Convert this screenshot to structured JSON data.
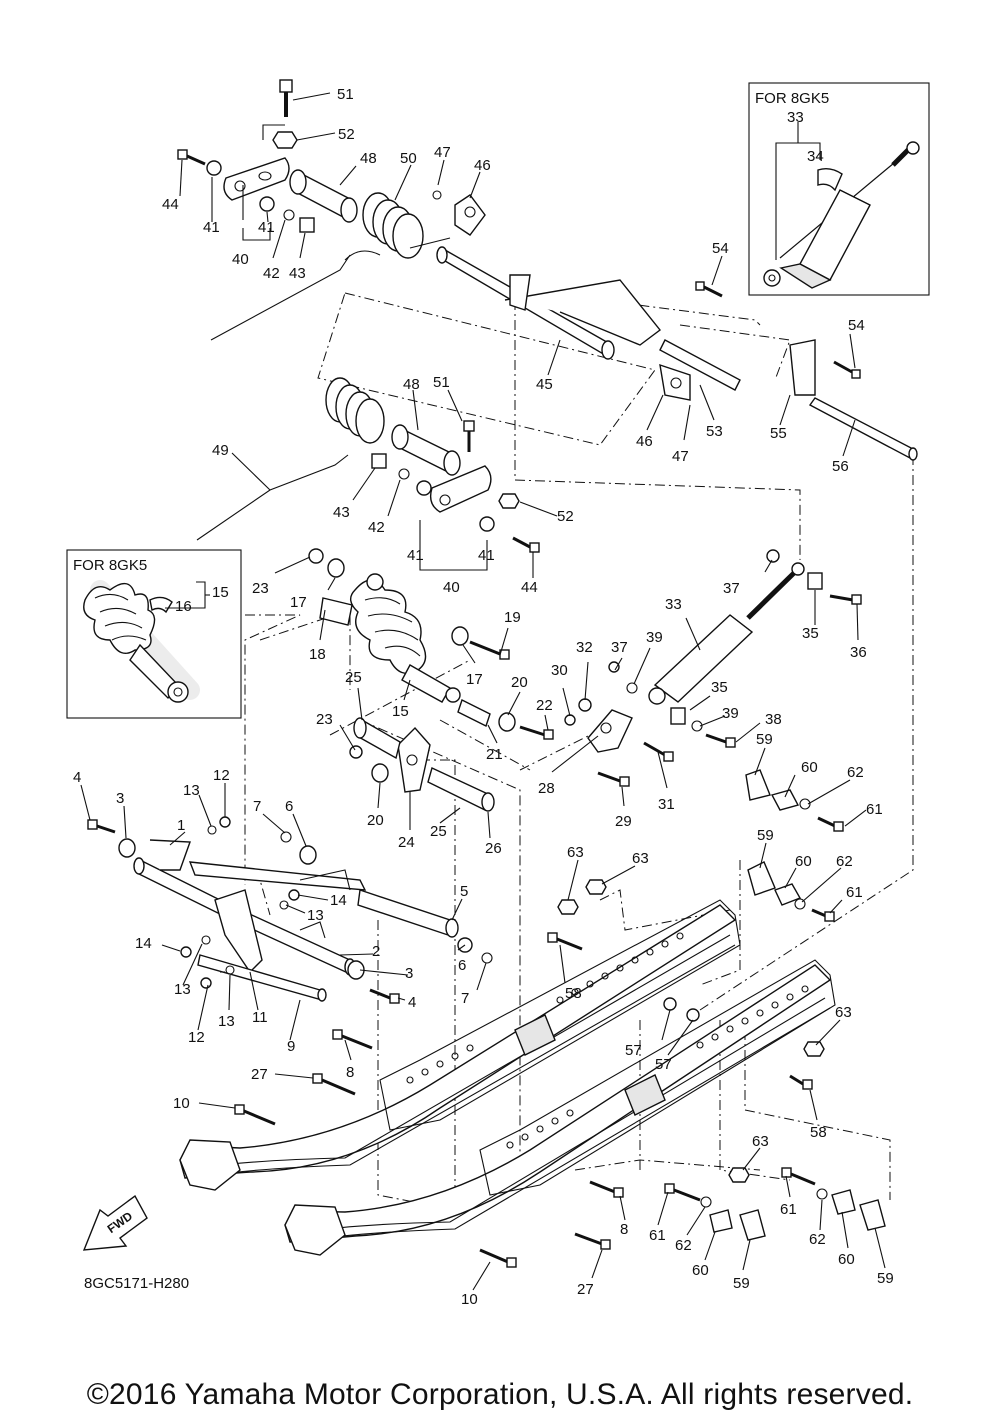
{
  "diagram": {
    "code": "8GC5171-H280",
    "fwd_label": "FWD",
    "inset_top_title": "FOR 8GK5",
    "inset_left_title": "FOR 8GK5",
    "labels": [
      {
        "id": "51a",
        "text": "51"
      },
      {
        "id": "52a",
        "text": "52"
      },
      {
        "id": "48a",
        "text": "48"
      },
      {
        "id": "50",
        "text": "50"
      },
      {
        "id": "47a",
        "text": "47"
      },
      {
        "id": "46a",
        "text": "46"
      },
      {
        "id": "44a",
        "text": "44"
      },
      {
        "id": "41a",
        "text": "41"
      },
      {
        "id": "41b",
        "text": "41"
      },
      {
        "id": "40a",
        "text": "40"
      },
      {
        "id": "42a",
        "text": "42"
      },
      {
        "id": "43a",
        "text": "43"
      },
      {
        "id": "54a",
        "text": "54"
      },
      {
        "id": "54b",
        "text": "54"
      },
      {
        "id": "45",
        "text": "45"
      },
      {
        "id": "46b",
        "text": "46"
      },
      {
        "id": "47b",
        "text": "47"
      },
      {
        "id": "53",
        "text": "53"
      },
      {
        "id": "55",
        "text": "55"
      },
      {
        "id": "56",
        "text": "56"
      },
      {
        "id": "49",
        "text": "49"
      },
      {
        "id": "48b",
        "text": "48"
      },
      {
        "id": "51b",
        "text": "51"
      },
      {
        "id": "43b",
        "text": "43"
      },
      {
        "id": "42b",
        "text": "42"
      },
      {
        "id": "52b",
        "text": "52"
      },
      {
        "id": "41c",
        "text": "41"
      },
      {
        "id": "41d",
        "text": "41"
      },
      {
        "id": "40b",
        "text": "40"
      },
      {
        "id": "44b",
        "text": "44"
      },
      {
        "id": "33a",
        "text": "33"
      },
      {
        "id": "34",
        "text": "34"
      },
      {
        "id": "23a",
        "text": "23"
      },
      {
        "id": "17a",
        "text": "17"
      },
      {
        "id": "18",
        "text": "18"
      },
      {
        "id": "19",
        "text": "19"
      },
      {
        "id": "17b",
        "text": "17"
      },
      {
        "id": "15a",
        "text": "15"
      },
      {
        "id": "16",
        "text": "16"
      },
      {
        "id": "37a",
        "text": "37"
      },
      {
        "id": "35a",
        "text": "35"
      },
      {
        "id": "36",
        "text": "36"
      },
      {
        "id": "33b",
        "text": "33"
      },
      {
        "id": "32",
        "text": "32"
      },
      {
        "id": "37b",
        "text": "37"
      },
      {
        "id": "39a",
        "text": "39"
      },
      {
        "id": "30",
        "text": "30"
      },
      {
        "id": "20a",
        "text": "20"
      },
      {
        "id": "22",
        "text": "22"
      },
      {
        "id": "21",
        "text": "21"
      },
      {
        "id": "25a",
        "text": "25"
      },
      {
        "id": "15b",
        "text": "15"
      },
      {
        "id": "23b",
        "text": "23"
      },
      {
        "id": "35b",
        "text": "35"
      },
      {
        "id": "39b",
        "text": "39"
      },
      {
        "id": "38",
        "text": "38"
      },
      {
        "id": "59a",
        "text": "59"
      },
      {
        "id": "60a",
        "text": "60"
      },
      {
        "id": "62a",
        "text": "62"
      },
      {
        "id": "61a",
        "text": "61"
      },
      {
        "id": "28",
        "text": "28"
      },
      {
        "id": "31",
        "text": "31"
      },
      {
        "id": "29",
        "text": "29"
      },
      {
        "id": "20b",
        "text": "20"
      },
      {
        "id": "24",
        "text": "24"
      },
      {
        "id": "25b",
        "text": "25"
      },
      {
        "id": "26",
        "text": "26"
      },
      {
        "id": "4a",
        "text": "4"
      },
      {
        "id": "3a",
        "text": "3"
      },
      {
        "id": "13a",
        "text": "13"
      },
      {
        "id": "12a",
        "text": "12"
      },
      {
        "id": "1",
        "text": "1"
      },
      {
        "id": "7a",
        "text": "7"
      },
      {
        "id": "6a",
        "text": "6"
      },
      {
        "id": "14a",
        "text": "14"
      },
      {
        "id": "13b",
        "text": "13"
      },
      {
        "id": "5",
        "text": "5"
      },
      {
        "id": "59b",
        "text": "59"
      },
      {
        "id": "60b",
        "text": "60"
      },
      {
        "id": "62b",
        "text": "62"
      },
      {
        "id": "61b",
        "text": "61"
      },
      {
        "id": "63a",
        "text": "63"
      },
      {
        "id": "63b",
        "text": "63"
      },
      {
        "id": "14b",
        "text": "14"
      },
      {
        "id": "2",
        "text": "2"
      },
      {
        "id": "3b",
        "text": "3"
      },
      {
        "id": "6b",
        "text": "6"
      },
      {
        "id": "13c",
        "text": "13"
      },
      {
        "id": "13d",
        "text": "13"
      },
      {
        "id": "4b",
        "text": "4"
      },
      {
        "id": "7b",
        "text": "7"
      },
      {
        "id": "58a",
        "text": "58"
      },
      {
        "id": "12b",
        "text": "12"
      },
      {
        "id": "11",
        "text": "11"
      },
      {
        "id": "9",
        "text": "9"
      },
      {
        "id": "57a",
        "text": "57"
      },
      {
        "id": "57b",
        "text": "57"
      },
      {
        "id": "63c",
        "text": "63"
      },
      {
        "id": "8a",
        "text": "8"
      },
      {
        "id": "27a",
        "text": "27"
      },
      {
        "id": "10a",
        "text": "10"
      },
      {
        "id": "58b",
        "text": "58"
      },
      {
        "id": "63d",
        "text": "63"
      },
      {
        "id": "8b",
        "text": "8"
      },
      {
        "id": "61c",
        "text": "61"
      },
      {
        "id": "61d",
        "text": "61"
      },
      {
        "id": "62c",
        "text": "62"
      },
      {
        "id": "62d",
        "text": "62"
      },
      {
        "id": "60c",
        "text": "60"
      },
      {
        "id": "60d",
        "text": "60"
      },
      {
        "id": "59c",
        "text": "59"
      },
      {
        "id": "59d",
        "text": "59"
      },
      {
        "id": "27b",
        "text": "27"
      },
      {
        "id": "10b",
        "text": "10"
      }
    ]
  },
  "footer": {
    "copyright": "©2016 Yamaha Motor Corporation, U.S.A. All rights reserved."
  }
}
